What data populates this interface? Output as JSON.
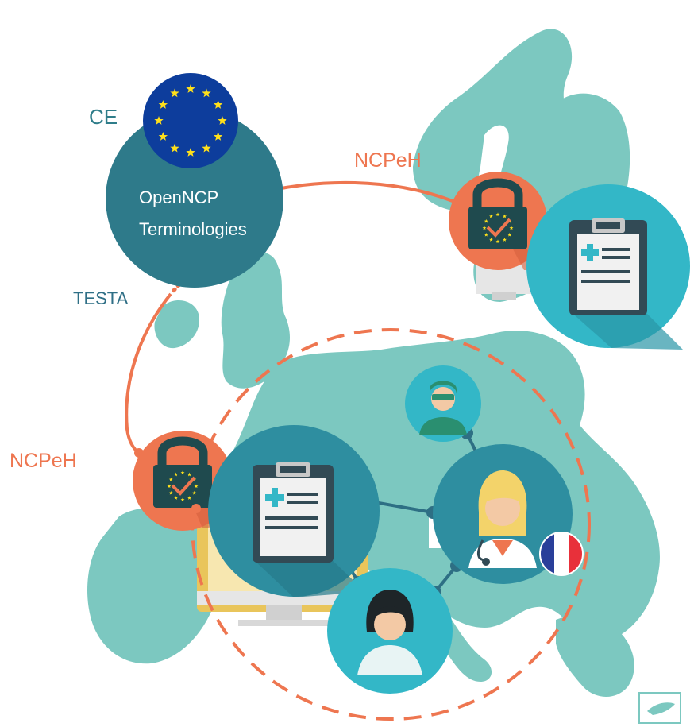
{
  "labels": {
    "ce": "CE",
    "opennpc_line1": "OpenNCP",
    "opennpc_line2": "Terminologies",
    "testa": "TESTA",
    "ncpeh_top": "NCPeH",
    "ncpeh_left": "NCPeH"
  },
  "icons": {
    "eu_flag": "eu-flag-icon",
    "lock_top": "lock-icon",
    "lock_left": "lock-icon",
    "clipboard_top": "medical-clipboard-icon",
    "clipboard_center": "medical-clipboard-icon",
    "nurse": "nurse-avatar-icon",
    "doctor": "doctor-avatar-icon",
    "patient": "patient-avatar-icon",
    "flag_france": "france-flag-icon",
    "monitor": "computer-monitor-icon",
    "cyprus_inset": "cyprus-inset-icon"
  },
  "colors": {
    "map": "#7cc8c0",
    "teal_dark": "#2e7a8a",
    "teal_light": "#33b7c7",
    "orange": "#ee7650",
    "eu_blue": "#0d3d9c",
    "eu_star": "#ffe01b"
  }
}
